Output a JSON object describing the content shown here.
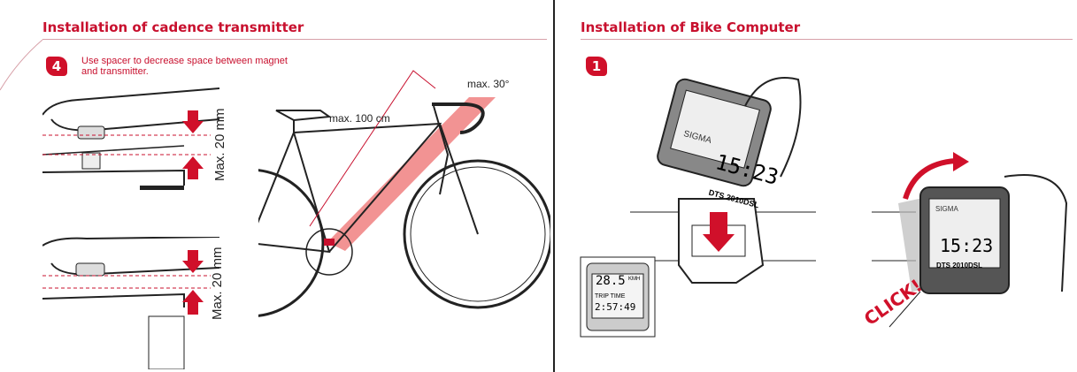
{
  "left": {
    "title": "Installation of cadence transmitter",
    "step": "4",
    "note": "Use spacer to decrease space between magnet and transmitter.",
    "max_distance_top": "Max. 20 mm",
    "max_distance_bottom": "Max. 20 mm",
    "max_range": "max. 100 cm",
    "max_angle": "max. 30°"
  },
  "right": {
    "title": "Installation of Bike Computer",
    "step": "1",
    "display_brand": "SIGMA",
    "display_time": "15:23",
    "display_model": "DTS 2010DSL",
    "inset_speed": "28.5",
    "inset_unit": "KMH",
    "inset_mode": "TRIP TIME",
    "inset_value": "2:57:49",
    "click_text": "CLICK!"
  },
  "colors": {
    "accent": "#c8102e",
    "beam": "#f08080"
  }
}
